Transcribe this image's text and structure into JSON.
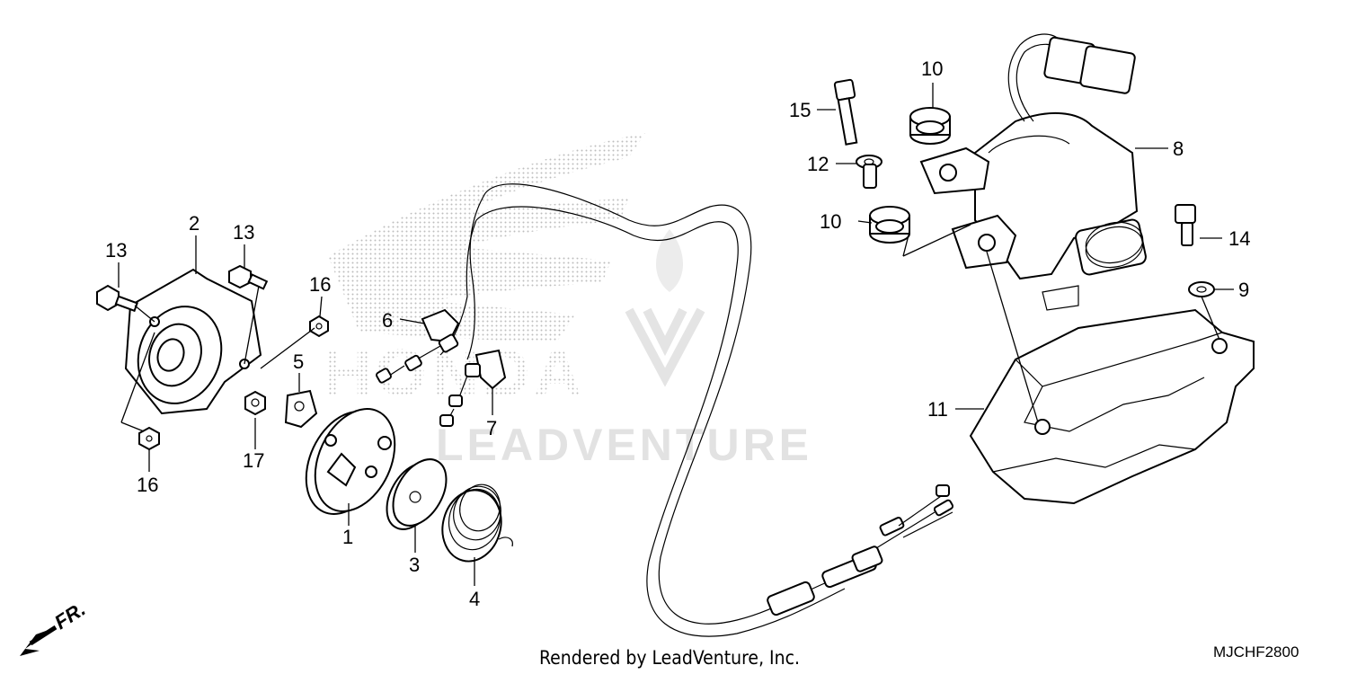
{
  "diagram": {
    "callouts": [
      {
        "id": "c1",
        "text": "1"
      },
      {
        "id": "c2",
        "text": "2"
      },
      {
        "id": "c3",
        "text": "3"
      },
      {
        "id": "c4",
        "text": "4"
      },
      {
        "id": "c5",
        "text": "5"
      },
      {
        "id": "c6",
        "text": "6"
      },
      {
        "id": "c7",
        "text": "7"
      },
      {
        "id": "c8",
        "text": "8"
      },
      {
        "id": "c9",
        "text": "9"
      },
      {
        "id": "c10a",
        "text": "10"
      },
      {
        "id": "c10b",
        "text": "10"
      },
      {
        "id": "c11",
        "text": "11"
      },
      {
        "id": "c12",
        "text": "12"
      },
      {
        "id": "c13a",
        "text": "13"
      },
      {
        "id": "c13b",
        "text": "13"
      },
      {
        "id": "c14",
        "text": "14"
      },
      {
        "id": "c15",
        "text": "15"
      },
      {
        "id": "c16a",
        "text": "16"
      },
      {
        "id": "c16b",
        "text": "16"
      },
      {
        "id": "c17",
        "text": "17"
      }
    ],
    "front_indicator": "FR.",
    "rendered_by": "Rendered by LeadVenture, Inc.",
    "diagram_code": "MJCHF2800",
    "watermark_text": "LEADVENTURE",
    "watermark_brand": "HONDA"
  },
  "colors": {
    "line": "#000000",
    "background": "#ffffff",
    "watermark": "#e2e2e2",
    "brand_dots": "#bdbdbd"
  }
}
